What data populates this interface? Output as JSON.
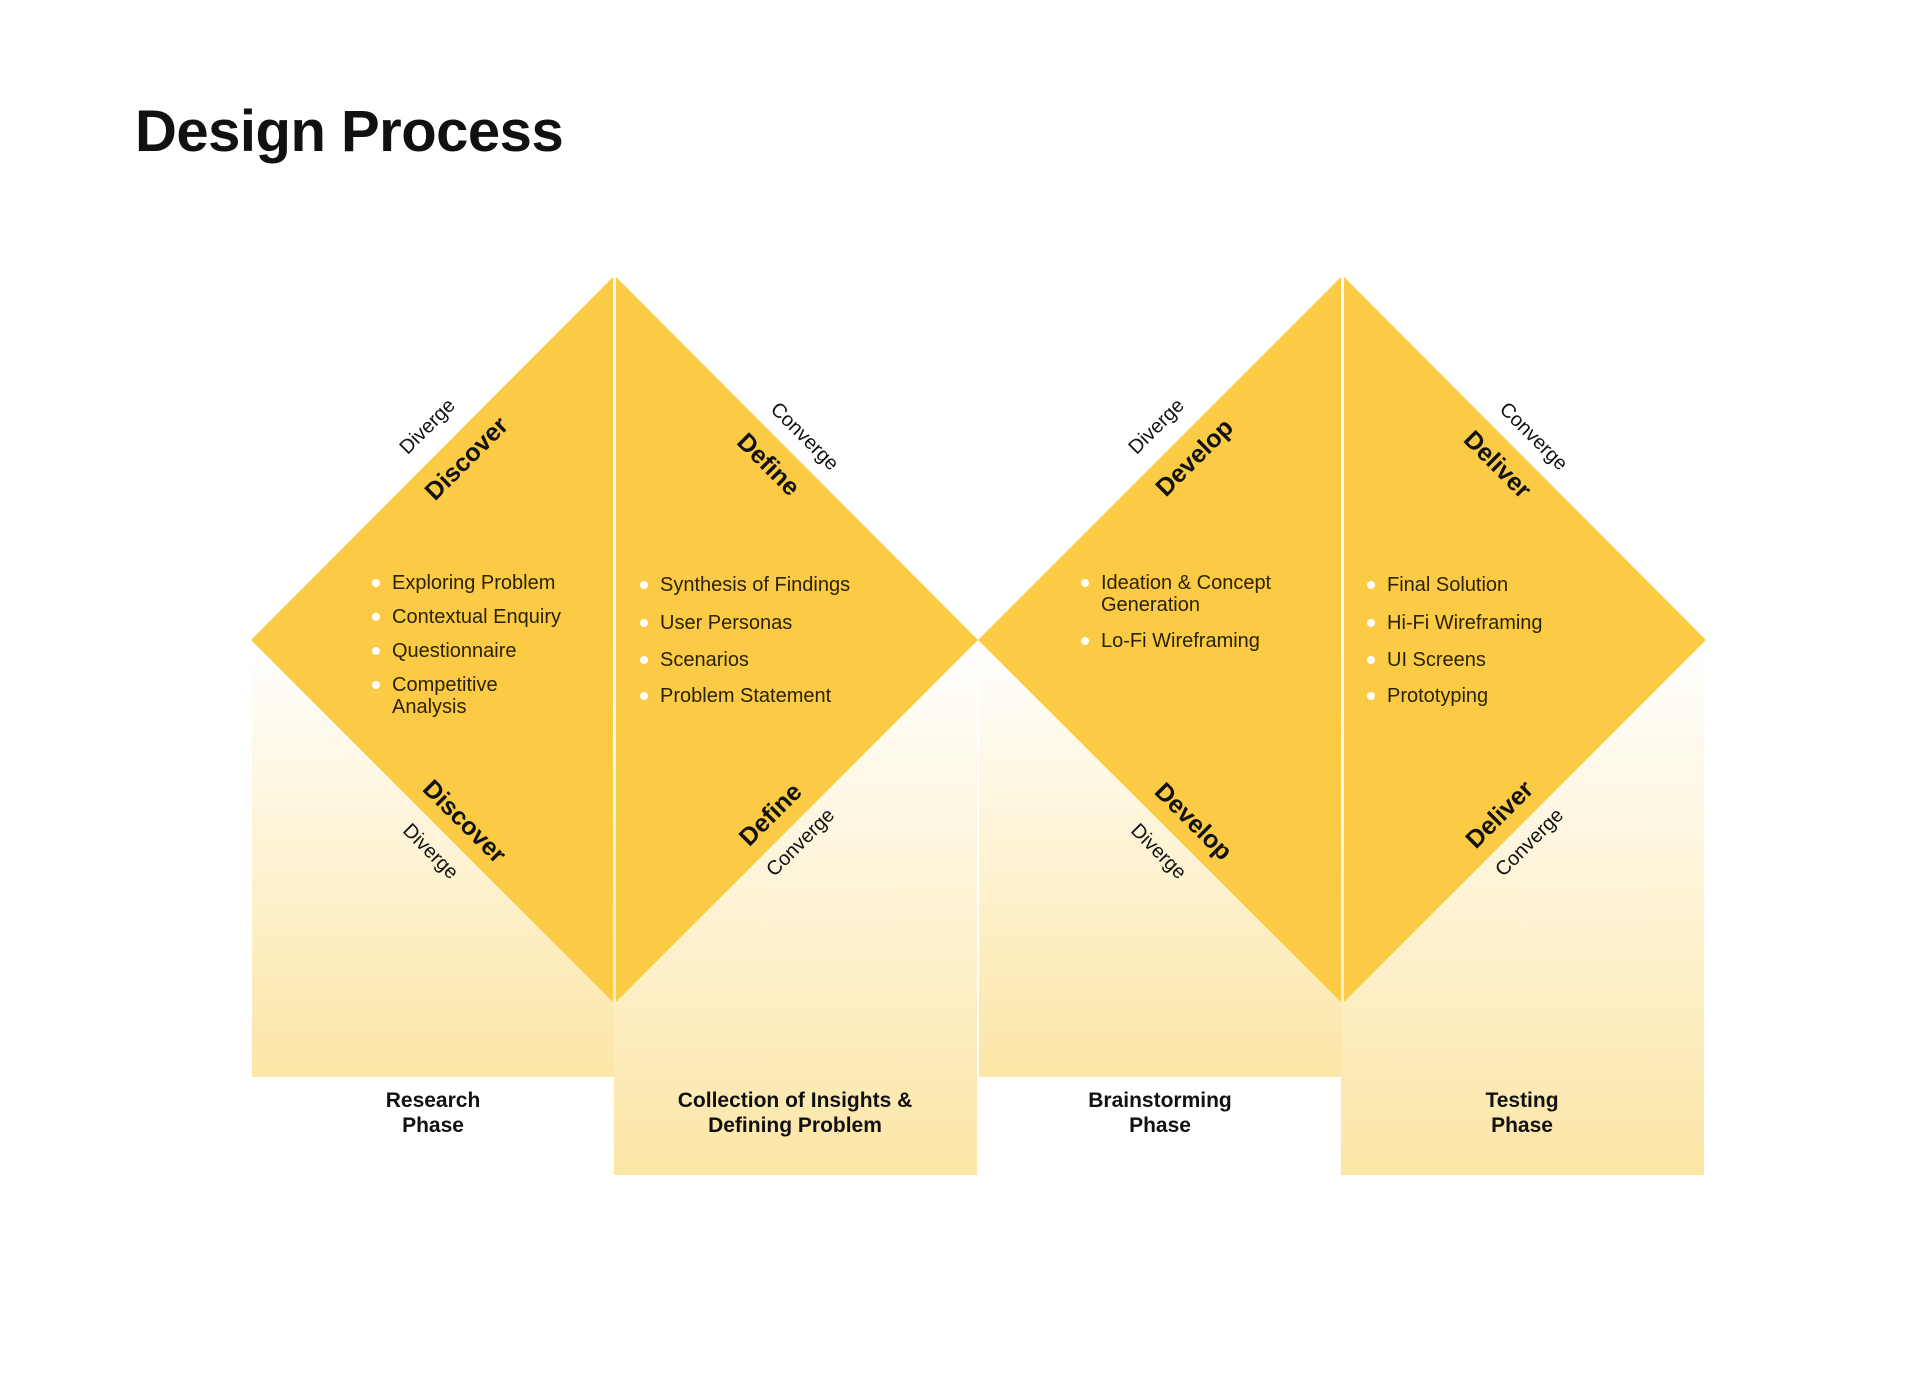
{
  "title": "Design Process",
  "colors": {
    "diamond": "#FCCB45",
    "fade_top": "#FFFFFF",
    "fade_bottom": "#FCE6A6",
    "divider": "#FFFFFF"
  },
  "stages": [
    {
      "name": "Discover",
      "motion": "Diverge",
      "phase": [
        "Research",
        "Phase"
      ],
      "items": [
        "Exploring Problem",
        "Contextual Enquiry",
        "Questionnaire",
        "Competitive Analysis"
      ]
    },
    {
      "name": "Define",
      "motion": "Converge",
      "phase": [
        "Collection of Insights &",
        "Defining Problem"
      ],
      "items": [
        "Synthesis of Findings",
        "User Personas",
        "Scenarios",
        "Problem Statement"
      ]
    },
    {
      "name": "Develop",
      "motion": "Diverge",
      "phase": [
        "Brainstorming",
        "Phase"
      ],
      "items": [
        "Ideation & Concept Generation",
        "Lo-Fi Wireframing"
      ]
    },
    {
      "name": "Deliver",
      "motion": "Converge",
      "phase": [
        "Testing",
        "Phase"
      ],
      "items": [
        "Final Solution",
        "Hi-Fi Wireframing",
        "UI Screens",
        "Prototyping"
      ]
    }
  ]
}
